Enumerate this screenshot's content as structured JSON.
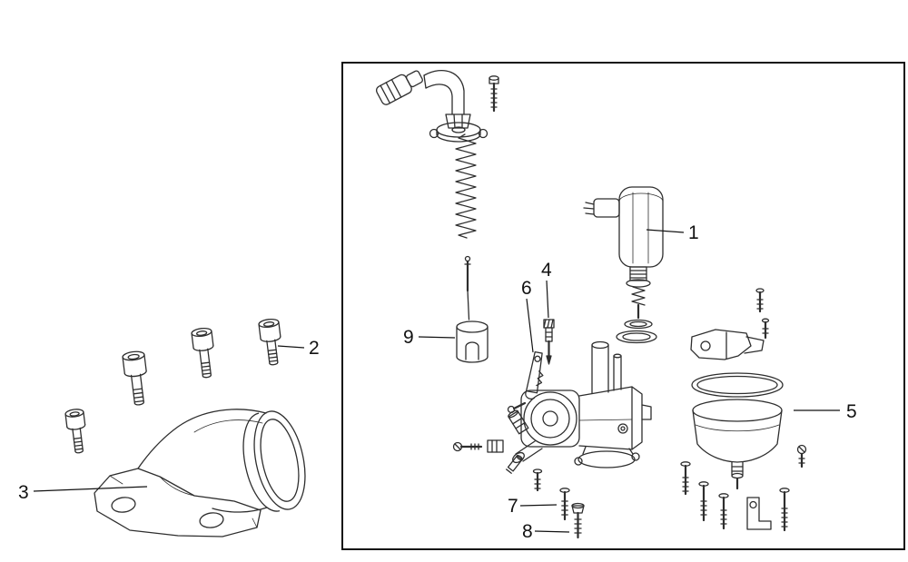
{
  "colors": {
    "line": "#2e2e2e",
    "border": "#111111",
    "background": "#ffffff",
    "label": "#121212"
  },
  "callouts": [
    {
      "label": "1"
    },
    {
      "label": "2"
    },
    {
      "label": "3"
    },
    {
      "label": "4"
    },
    {
      "label": "5"
    },
    {
      "label": "6"
    },
    {
      "label": "7"
    },
    {
      "label": "8"
    },
    {
      "label": "9"
    }
  ]
}
